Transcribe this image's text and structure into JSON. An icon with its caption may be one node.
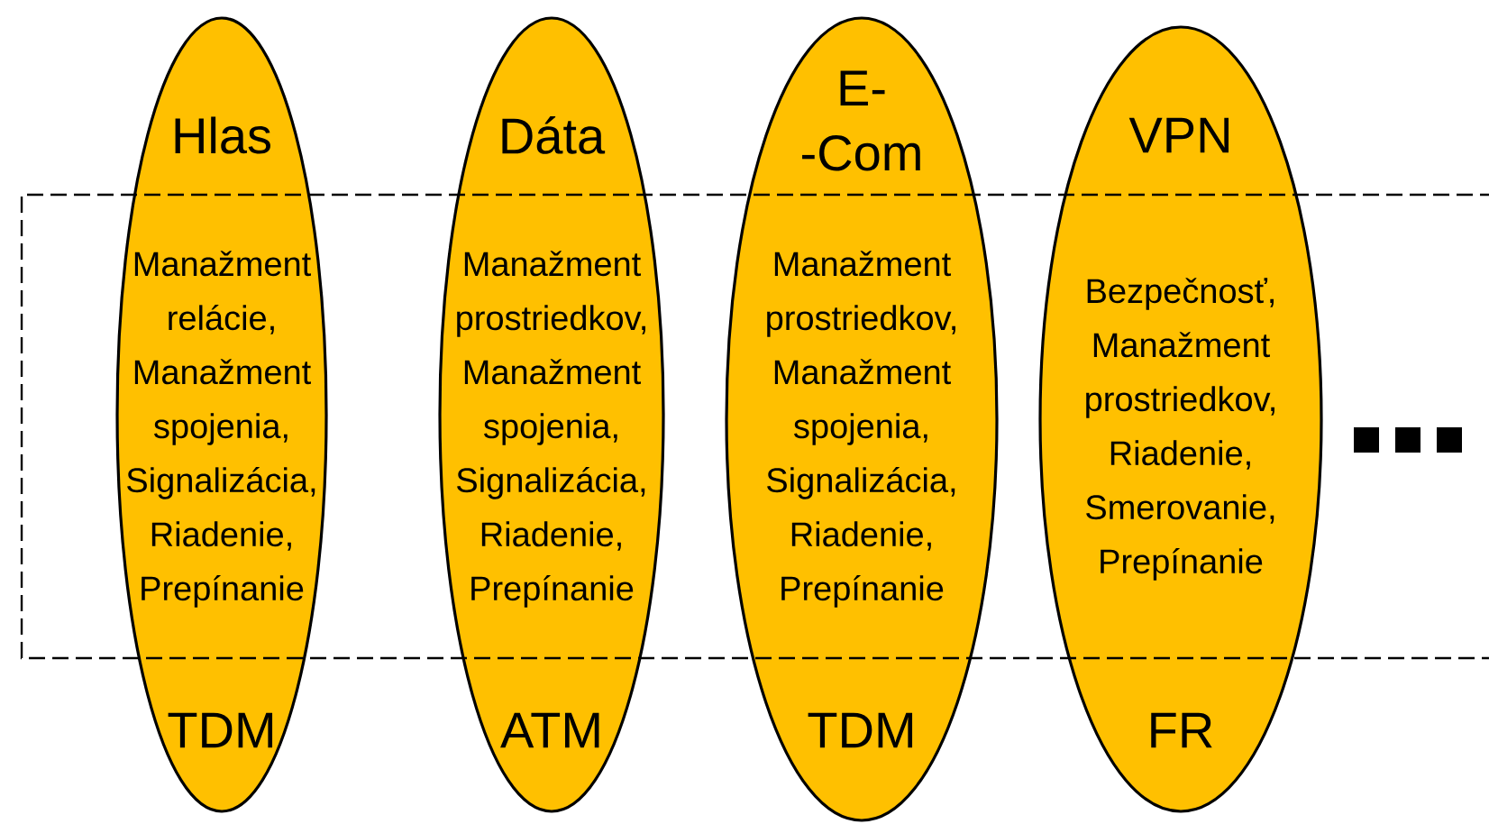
{
  "diagram": {
    "nodes": [
      {
        "text": [
          "Hlas",
          "Manažment relácie, Manažment spojenia, Signalizácia, Riadenie, Prepínanie",
          "TDM"
        ]
      },
      {
        "text": [
          "Dáta",
          "Manažment prostriedkov, Manažment spojenia, Signalizácia, Riadenie, Prepínanie",
          "ATM"
        ]
      },
      {
        "text": [
          "E- -Com",
          "Manažment prostriedkov, Manažment spojenia, Signalizácia, Riadenie, Prepínanie",
          "TDM"
        ]
      },
      {
        "text": [
          "VPN",
          "Bezpečnosť, Manažment prostriedkov, Riadenie, Smerovanie, Prepínanie",
          "FR"
        ]
      }
    ]
  }
}
